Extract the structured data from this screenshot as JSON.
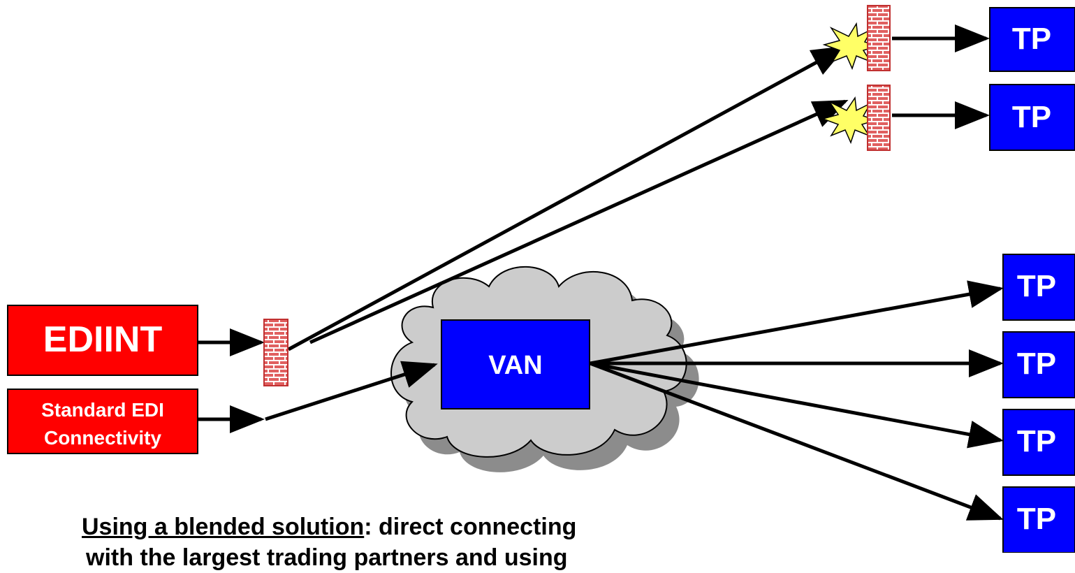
{
  "colors": {
    "ediint_fill": "#ff0000",
    "tp_fill": "#0000ff",
    "van_fill": "#0000ff",
    "cloud_fill": "#cccccc",
    "cloud_shadow": "#999999",
    "firewall_brick": "#e03c3c",
    "burst_fill": "#ffff66",
    "arrow": "#000000"
  },
  "nodes": {
    "ediint": "EDIINT",
    "standard_edi_line1": "Standard EDI",
    "standard_edi_line2": "Connectivity",
    "van": "VAN",
    "tp": [
      "TP",
      "TP",
      "TP",
      "TP",
      "TP",
      "TP"
    ]
  },
  "caption": {
    "underlined": "Using a blended solution",
    "rest": ":  direct connecting",
    "line2": "with the largest trading partners and using"
  }
}
